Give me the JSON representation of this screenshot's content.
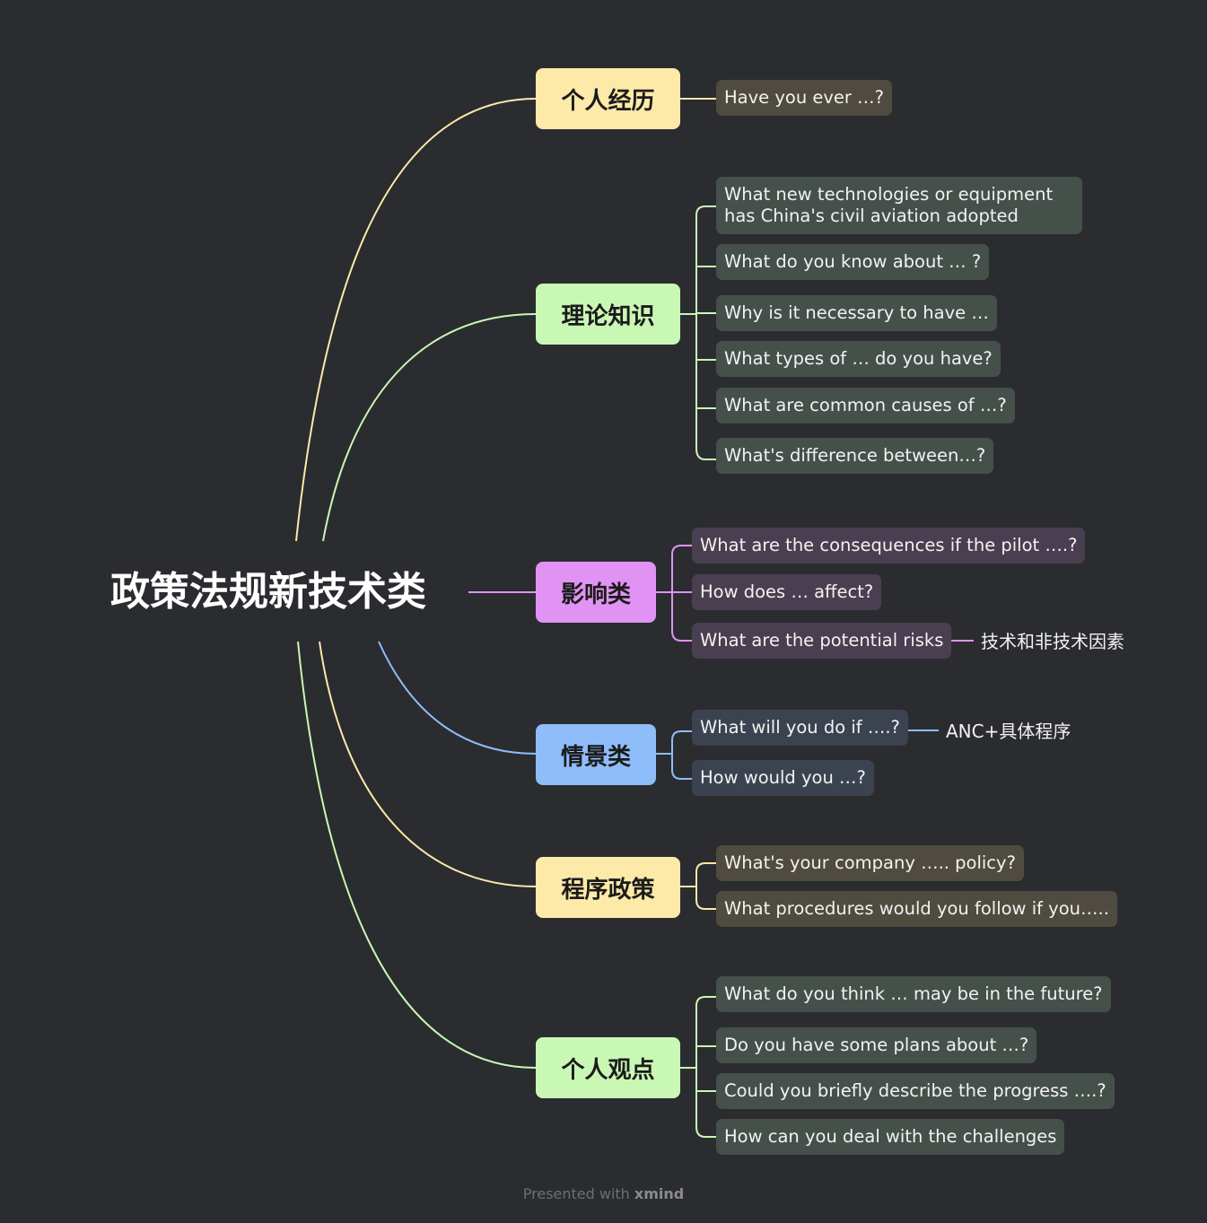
{
  "central": {
    "title": "政策法规新技术类"
  },
  "branches": [
    {
      "label": "个人经历",
      "color": "#fde9a8",
      "items": [
        "Have you ever …?"
      ]
    },
    {
      "label": "理论知识",
      "color": "#c9f8b5",
      "items": [
        "What new technologies or equipment has China's civil aviation adopted",
        "What do you know about … ?",
        "Why is it necessary to have …",
        "What types of … do you have?",
        "What are common causes of …?",
        "What's difference between…?"
      ]
    },
    {
      "label": "影响类",
      "color": "#e093f3",
      "items": [
        "What are the consequences if the pilot ….?",
        "How does … affect?",
        "What are the potential risks"
      ],
      "extra": "技术和非技术因素"
    },
    {
      "label": "情景类",
      "color": "#8fbdf9",
      "items": [
        "What will you do if ….?",
        "How would you …?"
      ],
      "extra": "ANC+具体程序"
    },
    {
      "label": "程序政策",
      "color": "#fde9a8",
      "items": [
        "What's your company ….. policy?",
        "What procedures would you follow if you….."
      ]
    },
    {
      "label": "个人观点",
      "color": "#c9f8b5",
      "items": [
        "What do you think … may be in the future?",
        "Do  you have some plans about …?",
        "Could you briefly describe the progress ….?",
        "How can you deal with the challenges"
      ]
    }
  ],
  "footer": {
    "prefix": "Presented with ",
    "brand": "xmind"
  }
}
